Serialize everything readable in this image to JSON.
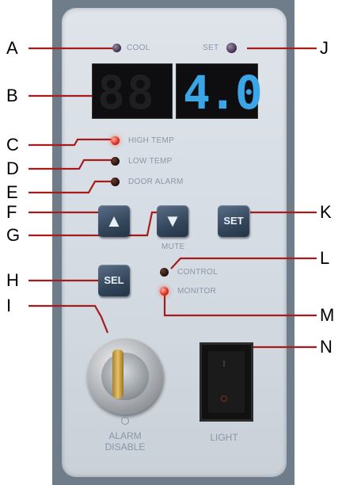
{
  "callouts": {
    "a": "A",
    "b": "B",
    "c": "C",
    "d": "D",
    "e": "E",
    "f": "F",
    "g": "G",
    "h": "H",
    "i": "I",
    "j": "J",
    "k": "K",
    "l": "L",
    "m": "M",
    "n": "N"
  },
  "panel_labels": {
    "cool": "COOL",
    "set": "SET",
    "high_temp": "HIGH TEMP",
    "low_temp": "LOW TEMP",
    "door_alarm": "DOOR ALARM",
    "mute": "MUTE",
    "control": "CONTROL",
    "monitor": "MONITOR",
    "alarm_disable_1": "ALARM",
    "alarm_disable_2": "DISABLE",
    "light": "LIGHT"
  },
  "display": {
    "left_readout": "88",
    "right_readout": "4.0"
  },
  "buttons": {
    "up": "▲",
    "down": "▼",
    "set": "SET",
    "sel": "SEL"
  },
  "colors": {
    "readout": "#3aa6e8",
    "led_red": "#e03322",
    "callout_line": "#a51c1c"
  }
}
